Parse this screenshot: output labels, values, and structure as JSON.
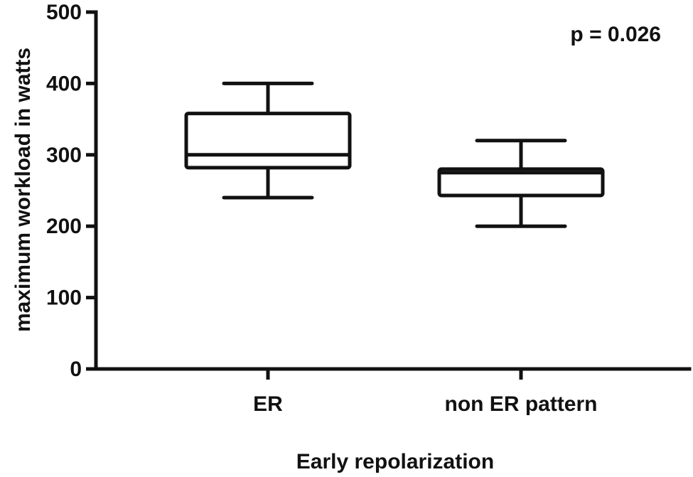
{
  "chart_data": {
    "type": "box",
    "title": "",
    "xlabel": "Early repolarization",
    "ylabel": "maximum workload in watts",
    "ylim": [
      0,
      500
    ],
    "yticks": [
      0,
      100,
      200,
      300,
      400,
      500
    ],
    "grid": false,
    "legend": "none",
    "categories": [
      "ER",
      "non ER pattern"
    ],
    "boxes": [
      {
        "category": "ER",
        "min": 240,
        "q1": 282,
        "median": 300,
        "q3": 358,
        "max": 400
      },
      {
        "category": "non ER pattern",
        "min": 200,
        "q1": 243,
        "median": 275,
        "q3": 280,
        "max": 320
      }
    ],
    "annotations": [
      {
        "text": "p = 0.026"
      }
    ],
    "colors": {
      "stroke": "#111111",
      "fill": "#ffffff"
    }
  }
}
